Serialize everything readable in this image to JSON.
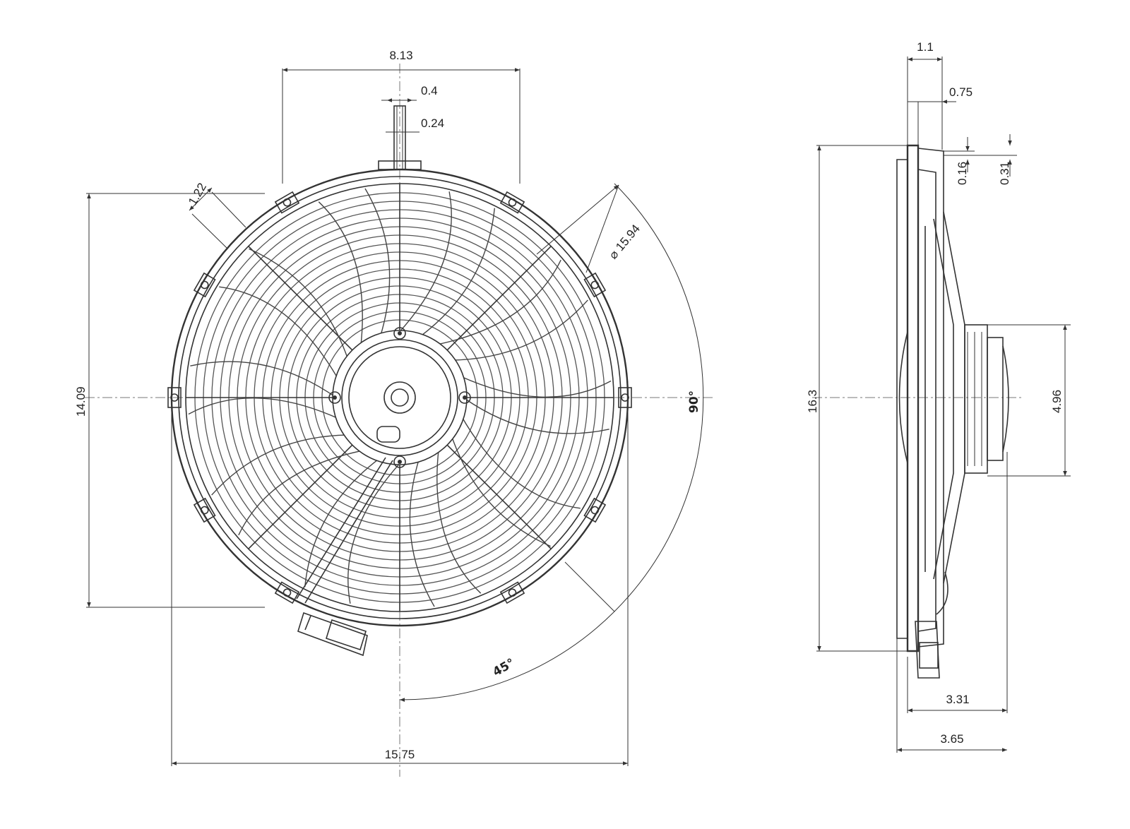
{
  "front_view": {
    "dimensions": {
      "top_span": "8.13",
      "tab_width_outer": "0.4",
      "tab_width_inner": "0.24",
      "mount_slot": "1.22",
      "bolt_circle": "⌀ 15.94",
      "height": "14.09",
      "width": "15.75",
      "angle_90": "90°",
      "angle_45": "45°"
    }
  },
  "side_view": {
    "dimensions": {
      "flange": "1.1",
      "lip": "0.75",
      "step_a": "0.16",
      "step_b": "0.31",
      "overall_height": "16.3",
      "motor_diameter": "4.96",
      "depth_inner": "3.31",
      "depth_overall": "3.65"
    }
  },
  "colors": {
    "line": "#333333",
    "background": "#ffffff"
  }
}
